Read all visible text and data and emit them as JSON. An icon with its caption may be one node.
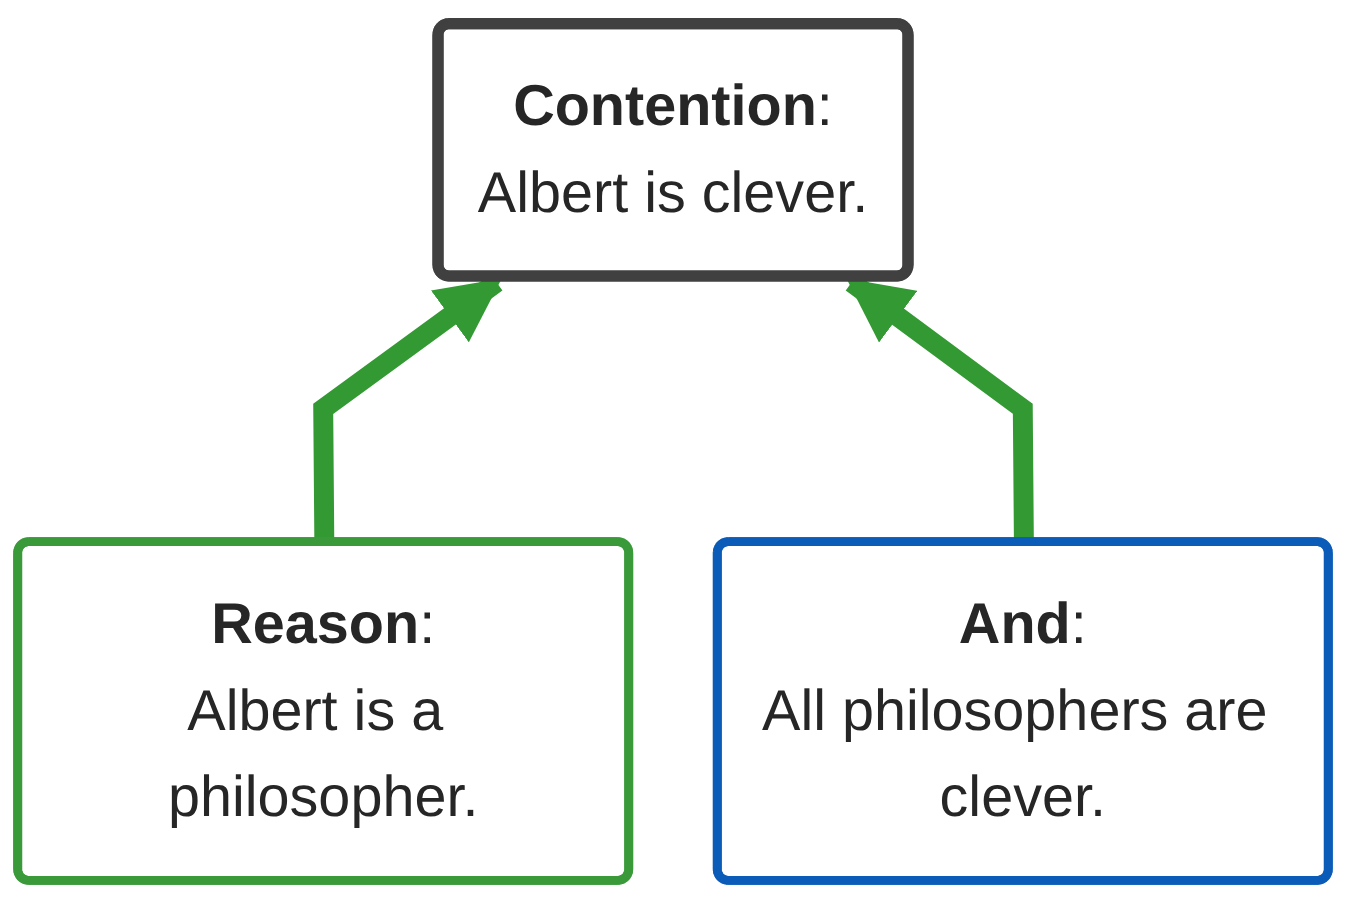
{
  "diagram": {
    "nodes": [
      {
        "text": [
          "**Contention**:",
          "Albert is clever."
        ]
      },
      {
        "text": [
          "**Reason**:",
          "Albert is a philosopher."
        ]
      },
      {
        "text": [
          "**And**:",
          "All philosophers are clever."
        ]
      }
    ],
    "edges": [
      {
        "from": 1,
        "to": 0,
        "arrow": "to"
      },
      {
        "from": 2,
        "to": 0,
        "arrow": "to"
      }
    ]
  }
}
